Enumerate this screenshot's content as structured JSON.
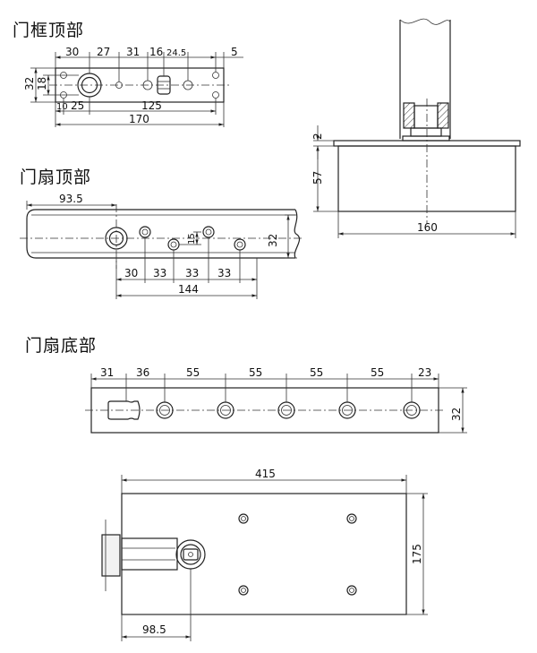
{
  "sections": {
    "frame_top": {
      "title": "门框顶部",
      "dims_top": [
        "30",
        "27",
        "31",
        "16",
        "24.5",
        "5"
      ],
      "dims_left": [
        "32",
        "18"
      ],
      "dims_bottom": [
        "10",
        "25",
        "125",
        "170"
      ]
    },
    "leaf_top": {
      "title": "门扇顶部",
      "dim_left": "93.5",
      "dim_bottom": [
        "30",
        "33",
        "33",
        "33",
        "144"
      ],
      "dim_right": "32",
      "dim_inner": "15"
    },
    "leaf_bottom": {
      "title": "门扇底部",
      "dims_top": [
        "31",
        "36",
        "55",
        "55",
        "55",
        "55",
        "23"
      ],
      "dim_right": "32"
    },
    "side_view": {
      "dim_top": "2",
      "dim_left": "57",
      "dim_bottom": "160"
    },
    "base_plan": {
      "dim_top": "415",
      "dim_right": "175",
      "dim_bottom": "98.5"
    }
  }
}
